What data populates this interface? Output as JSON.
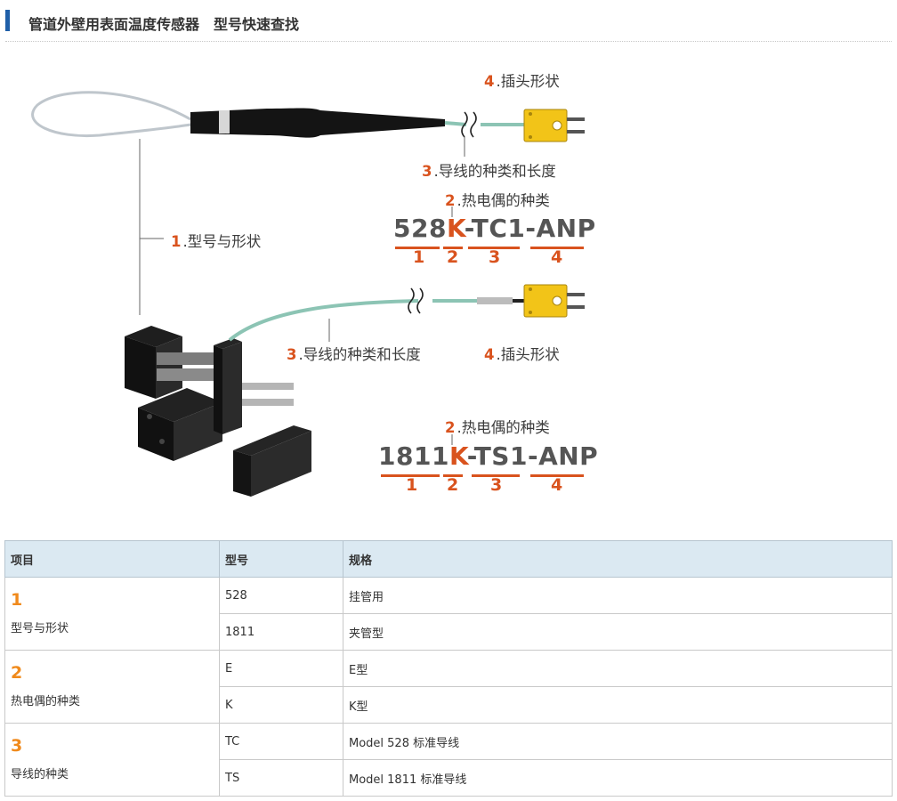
{
  "header": {
    "title": "管道外壁用表面温度传感器　型号快速查找"
  },
  "figure": {
    "top": {
      "plug": {
        "num": "4",
        "text": ".插头形状"
      },
      "lead": {
        "num": "3",
        "text": ".导线的种类和长度"
      },
      "tc": {
        "num": "2",
        "text": ".热电偶的种类"
      },
      "shape": {
        "num": "1",
        "text": ".型号与形状"
      },
      "code": {
        "a": "528",
        "k": "K",
        "b": "-TC1-ANP"
      },
      "digits": [
        "1",
        "2",
        "3",
        "4"
      ]
    },
    "bottom": {
      "lead": {
        "num": "3",
        "text": ".导线的种类和长度"
      },
      "plug": {
        "num": "4",
        "text": ".插头形状"
      },
      "tc": {
        "num": "2",
        "text": ".热电偶的种类"
      },
      "code": {
        "a": "1811",
        "k": "K",
        "b": "-TS1-ANP"
      },
      "digits": [
        "1",
        "2",
        "3",
        "4"
      ]
    },
    "colors": {
      "accent": "#d9531e",
      "plug": "#f2c418",
      "cable": "#8cc4b4"
    }
  },
  "table": {
    "headers": [
      "项目",
      "型号",
      "规格"
    ],
    "groups": [
      {
        "num": "1",
        "name": "型号与形状",
        "rows": [
          {
            "model": "528",
            "spec": "挂管用"
          },
          {
            "model": "1811",
            "spec": "夹管型"
          }
        ]
      },
      {
        "num": "2",
        "name": "热电偶的种类",
        "rows": [
          {
            "model": "E",
            "spec": "E型"
          },
          {
            "model": "K",
            "spec": "K型"
          }
        ]
      },
      {
        "num": "3",
        "name": "导线的种类",
        "rows": [
          {
            "model": "TC",
            "spec": "Model 528 标准导线"
          },
          {
            "model": "TS",
            "spec": "Model 1811 标准导线"
          }
        ]
      }
    ]
  }
}
